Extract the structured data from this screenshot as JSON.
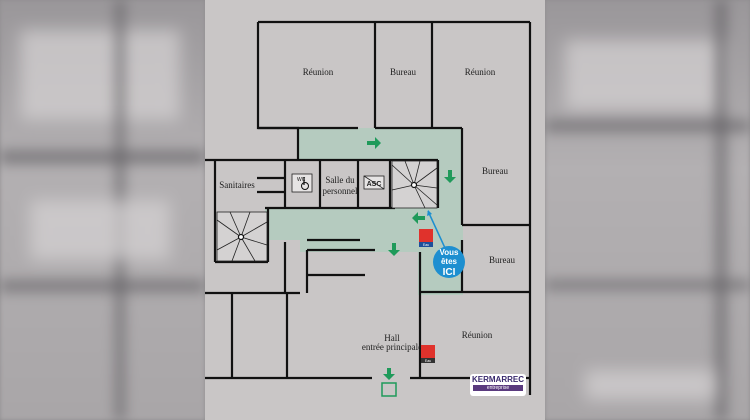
{
  "plan": {
    "rooms": {
      "reunion_top_left": "Réunion",
      "bureau_top": "Bureau",
      "reunion_top_right": "Réunion",
      "sanitaires": "Sanitaires",
      "salle_line1": "Salle du",
      "salle_line2": "personnel",
      "wc": "WC",
      "asc": "ASC",
      "bureau_right_1": "Bureau",
      "bureau_right_2": "Bureau",
      "hall_line1": "Hall",
      "hall_line2": "entrée principale",
      "reunion_bottom": "Réunion"
    },
    "you_are_here": {
      "line1": "Vous",
      "line2": "êtes",
      "line3": "ICI"
    },
    "extinguisher_label": "Eau",
    "colors": {
      "corridor": "#b5cbbf",
      "arrow": "#1f9a5a",
      "marker": "#1d8fd0",
      "extinguisher": "#e0322c",
      "background": "#c9c6c6"
    },
    "icons": [
      "green-arrow-icon",
      "wheelchair-icon",
      "elevator-icon",
      "fire-extinguisher-icon",
      "emergency-exit-icon",
      "you-are-here-marker-icon"
    ]
  },
  "logo": {
    "name": "KERMARREC",
    "tagline": "entreprise"
  }
}
